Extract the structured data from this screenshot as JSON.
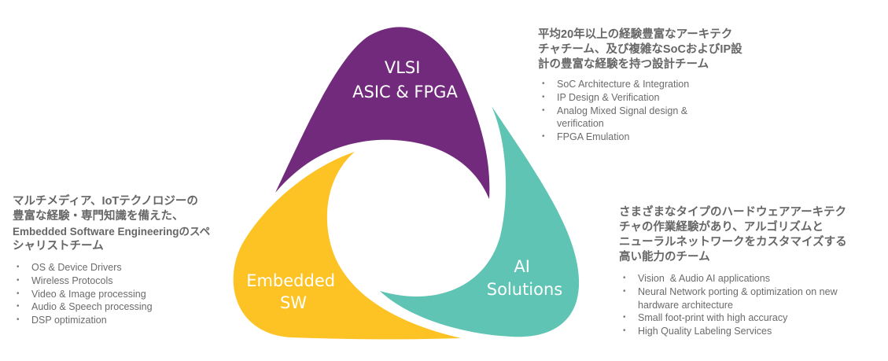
{
  "diagram": {
    "petals": [
      {
        "id": "vlsi",
        "lines": [
          "VLSI",
          "ASIC & FPGA"
        ],
        "color": "#722A7C"
      },
      {
        "id": "ai",
        "lines": [
          "AI",
          "Solutions"
        ],
        "color": "#5FC4B3"
      },
      {
        "id": "embedded",
        "lines": [
          "Embedded",
          "SW"
        ],
        "color": "#FDC223"
      }
    ]
  },
  "vlsi_block": {
    "heading_lines": [
      "平均20年以上の経験豊富なアーキテク",
      "チャチーム、及び複雑なSoCおよびIP設",
      "計の豊富な経験を持つ設計チーム"
    ],
    "items": [
      "SoC Architecture & Integration",
      "IP Design & Verification",
      "Analog Mixed Signal design &\nverification",
      "FPGA Emulation"
    ]
  },
  "embedded_block": {
    "heading_lines": [
      "マルチメディア、IoTテクノロジーの",
      "豊富な経験・専門知識を備えた、",
      "Embedded Software Engineeringのスペ",
      "シャリストチーム"
    ],
    "items": [
      "OS & Device Drivers",
      "Wireless Protocols",
      "Video & Image processing",
      "Audio & Speech processing",
      "DSP optimization"
    ]
  },
  "ai_block": {
    "heading_lines": [
      "さまざまなタイプのハードウェアアーキテク",
      "チャの作業経験があり、アルゴリズムと",
      "ニューラルネットワークをカスタマイズする",
      "高い能力のチーム"
    ],
    "items": [
      "Vision  & Audio AI applications",
      "Neural Network porting & optimization on new\nhardware architecture",
      "Small foot-print with high accuracy",
      "High Quality Labeling Services"
    ]
  }
}
